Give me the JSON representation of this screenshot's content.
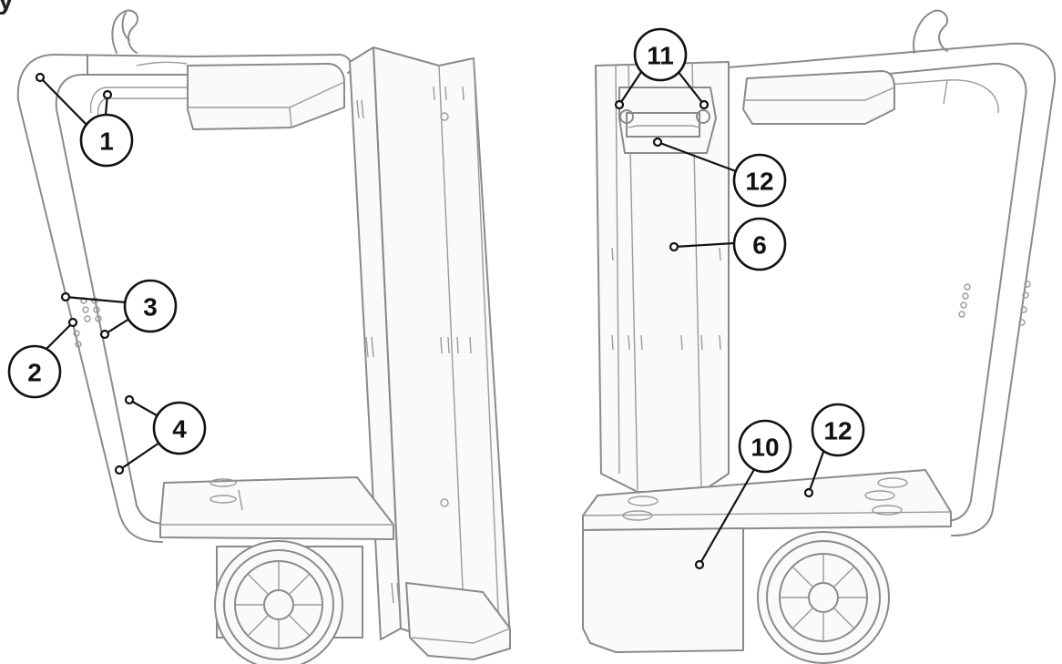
{
  "heading_fragment": "y",
  "callouts": [
    {
      "label": "1"
    },
    {
      "label": "2"
    },
    {
      "label": "3"
    },
    {
      "label": "4"
    },
    {
      "label": "11"
    },
    {
      "label": "12"
    },
    {
      "label": "6"
    },
    {
      "label": "10"
    },
    {
      "label": "12"
    }
  ]
}
